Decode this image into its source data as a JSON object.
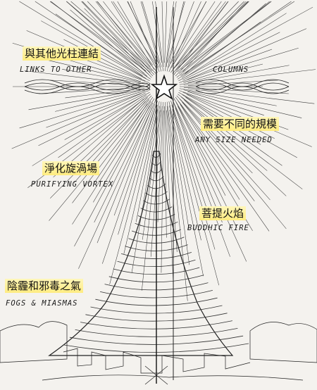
{
  "labels": {
    "links_zh": "與其他光柱連結",
    "links_en_left": "LINKS TO OTHER",
    "links_en_right": "COLUMNS",
    "size_zh": "需要不同的規模",
    "size_en": "ANY SIZE NEEDED",
    "vortex_zh": "淨化旋渦場",
    "vortex_en": "PURIFYING VORTEX",
    "fire_zh": "菩提火焰",
    "fire_en": "BUDDHIC FIRE",
    "fogs_zh": "陰霾和邪毒之氣",
    "fogs_en": "FOGS & MIASMAS"
  },
  "colors": {
    "ink": "#2a2a2a",
    "highlight": "#ffec80",
    "paper": "#f4f2ee"
  }
}
